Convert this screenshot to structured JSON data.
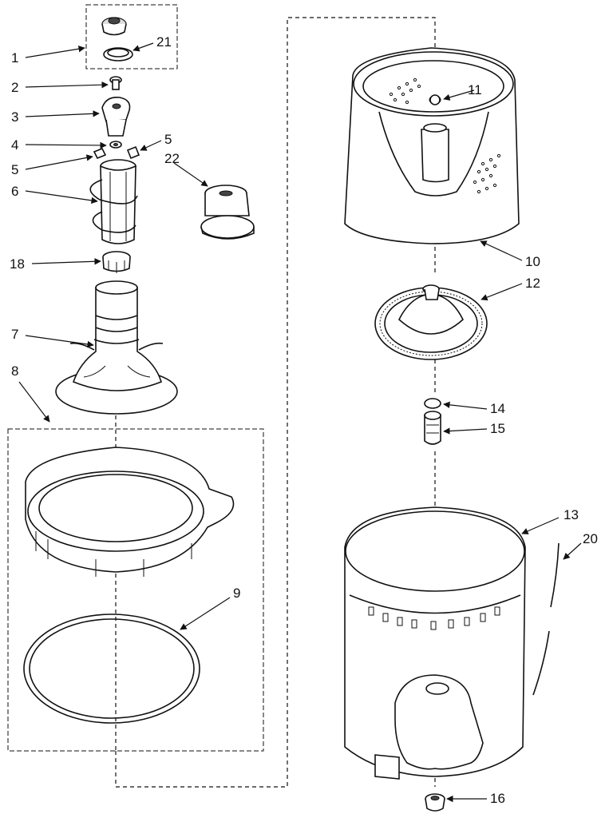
{
  "callouts": [
    {
      "id": "1",
      "label": "1"
    },
    {
      "id": "2",
      "label": "2"
    },
    {
      "id": "3",
      "label": "3"
    },
    {
      "id": "4",
      "label": "4"
    },
    {
      "id": "5a",
      "label": "5"
    },
    {
      "id": "5b",
      "label": "5"
    },
    {
      "id": "6",
      "label": "6"
    },
    {
      "id": "7",
      "label": "7"
    },
    {
      "id": "8",
      "label": "8"
    },
    {
      "id": "9",
      "label": "9"
    },
    {
      "id": "10",
      "label": "10"
    },
    {
      "id": "11",
      "label": "11"
    },
    {
      "id": "12",
      "label": "12"
    },
    {
      "id": "13",
      "label": "13"
    },
    {
      "id": "14",
      "label": "14"
    },
    {
      "id": "15",
      "label": "15"
    },
    {
      "id": "16",
      "label": "16"
    },
    {
      "id": "18",
      "label": "18"
    },
    {
      "id": "20",
      "label": "20"
    },
    {
      "id": "21",
      "label": "21"
    },
    {
      "id": "22",
      "label": "22"
    }
  ]
}
